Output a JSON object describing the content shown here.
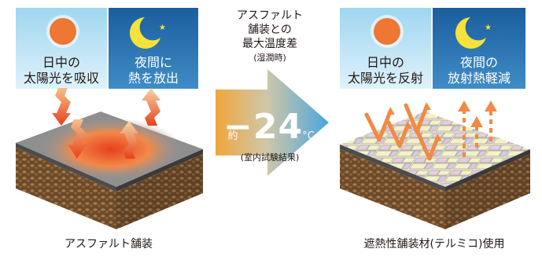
{
  "left": {
    "day_label_line1": "日中の",
    "day_label_line2": "太陽光を吸収",
    "night_label_line1": "夜間に",
    "night_label_line2": "熱を放出",
    "caption": "アスファルト舗装"
  },
  "right": {
    "day_label_line1": "日中の",
    "day_label_line2": "太陽光を反射",
    "night_label_line1": "夜間の",
    "night_label_line2": "放射熱軽減",
    "caption": "遮熱性舗装材(テルミコ)使用"
  },
  "middle": {
    "title_line1": "アスファルト",
    "title_line2": "舗装との",
    "title_line3": "最大温度差",
    "subtitle": "(湿潤時)",
    "prefix": "約",
    "value": "−24",
    "unit": "°C",
    "note": "(室内試験結果)"
  },
  "colors": {
    "day_sky": "#bfe6f7",
    "night_sky": "#1f6fb3",
    "sun": "#ee7733",
    "moon": "#f6e23a",
    "arrow_gradient_start": "#f0a63c",
    "arrow_gradient_end": "#4aa7dd"
  },
  "icons": [
    "sun-icon",
    "moon-icon",
    "star-icon",
    "heat-arrow-icon",
    "reflect-arrow-icon"
  ]
}
